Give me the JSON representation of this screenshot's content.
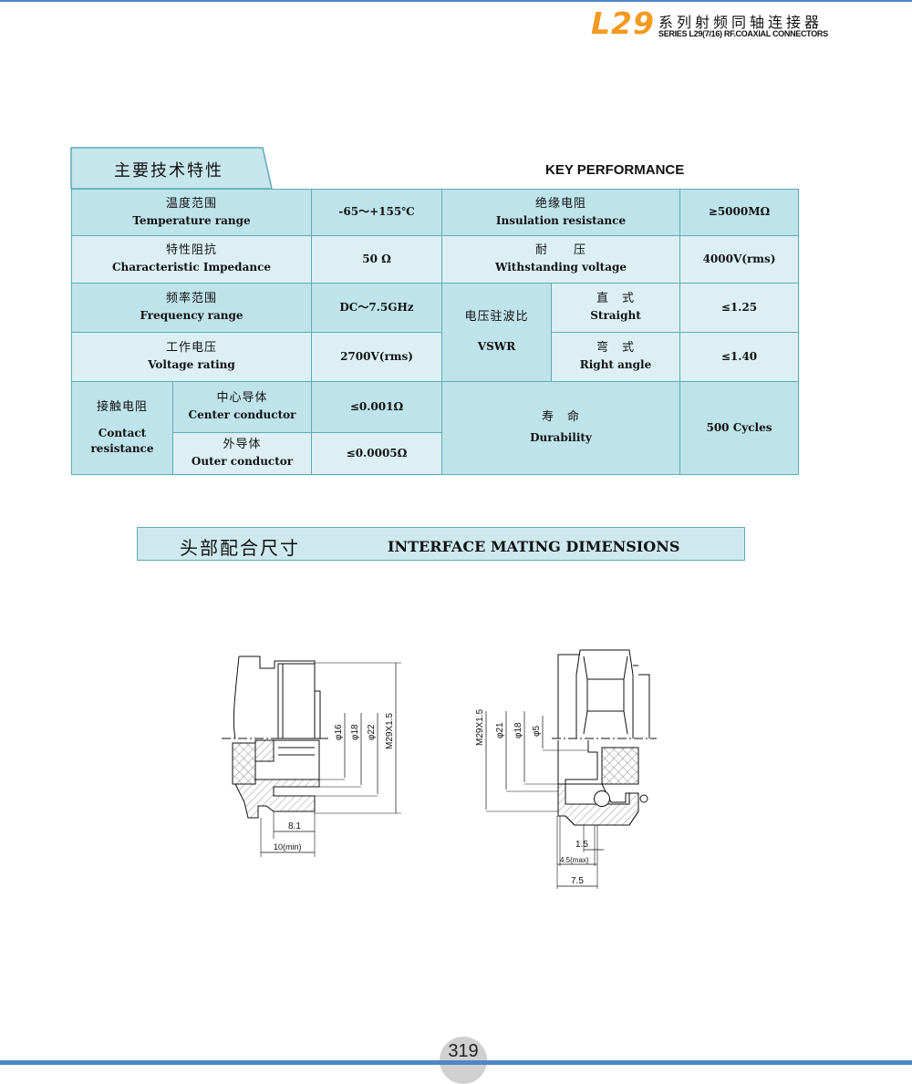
{
  "header": {
    "logo": "L29",
    "title_cn": "系列射频同轴连接器",
    "title_en": "SERIES L29(7/16) RF.COAXIAL CONNECTORS"
  },
  "key_performance": {
    "title_cn": "主要技术特性",
    "title_en": "KEY PERFORMANCE",
    "rows": {
      "temperature": {
        "cn": "温度范围",
        "en": "Temperature range",
        "value": "-65～+155℃"
      },
      "insulation": {
        "cn": "绝缘电阻",
        "en": "Insulation resistance",
        "value": "≥5000MΩ"
      },
      "impedance": {
        "cn": "特性阻抗",
        "en": "Characteristic Impedance",
        "value": "50 Ω"
      },
      "withstanding": {
        "cn": "耐　　压",
        "en": "Withstanding voltage",
        "value": "4000V(rms)"
      },
      "frequency": {
        "cn": "频率范围",
        "en": "Frequency range",
        "value": "DC～7.5GHz"
      },
      "voltage": {
        "cn": "工作电压",
        "en": "Voltage rating",
        "value": "2700V(rms)"
      },
      "vswr": {
        "cn": "电压驻波比",
        "en": "VSWR",
        "straight": {
          "cn": "直　式",
          "en": "Straight",
          "value": "≤1.25"
        },
        "right_angle": {
          "cn": "弯　式",
          "en": "Right angle",
          "value": "≤1.40"
        }
      },
      "contact": {
        "cn": "接触电阻",
        "en_1": "Contact",
        "en_2": "resistance",
        "center": {
          "cn": "中心导体",
          "en": "Center conductor",
          "value": "≤0.001Ω"
        },
        "outer": {
          "cn": "外导体",
          "en": "Outer conductor",
          "value": "≤0.0005Ω"
        }
      },
      "durability": {
        "cn": "寿　命",
        "en": "Durability",
        "value": "500 Cycles"
      }
    }
  },
  "interface": {
    "title_cn": "头部配合尺寸",
    "title_en": "INTERFACE MATING DIMENSIONS",
    "left_drawing": {
      "d1": "φ16",
      "d2": "φ18",
      "d3": "φ22",
      "thread": "M29X1.5",
      "len1": "8.1",
      "len2": "10(min)"
    },
    "right_drawing": {
      "thread": "M29X1.5",
      "d1": "φ21",
      "d2": "φ18",
      "d3": "φ5",
      "len1": "1.5",
      "len2": "4.5(max)",
      "len3": "7.5"
    }
  },
  "footer": {
    "page": "319"
  },
  "colors": {
    "accent": "#f39a1f",
    "cell_dark": "#bfe3ea",
    "cell_light": "#dcf0f3",
    "rule": "#4f86c6"
  }
}
